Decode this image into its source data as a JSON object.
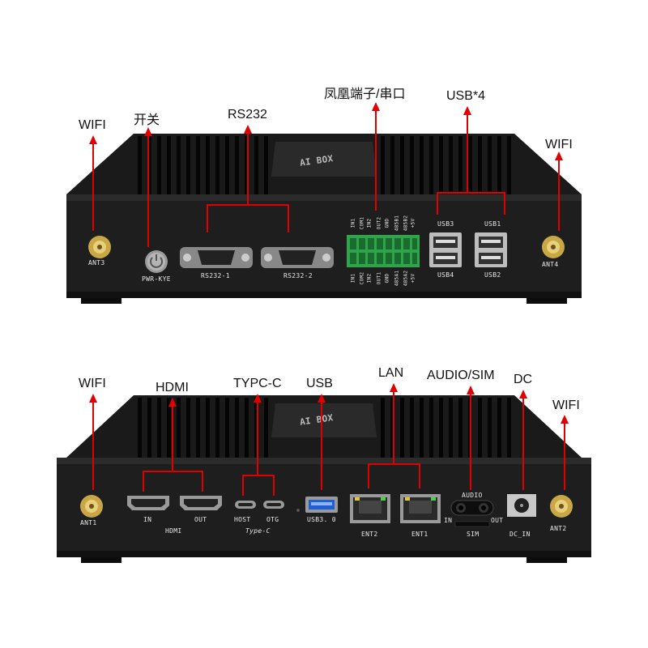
{
  "top_panel": {
    "callouts": {
      "wifi_left": "WIFI",
      "power": "开关",
      "rs232": "RS232",
      "phoenix": "凤凰端子/串口",
      "usb4": "USB*4",
      "wifi_right": "WIFI"
    },
    "case_logo": "AI BOX",
    "silkscreen": {
      "ant3": "ANT3",
      "pwr": "PWR-KYE",
      "rs232_1": "RS232-1",
      "rs232_2": "RS232-2",
      "usb3": "USB3",
      "usb1": "USB1",
      "usb4": "USB4",
      "usb2": "USB2",
      "ant4": "ANT4",
      "terminal_top": [
        "IN1",
        "COM1",
        "IN2",
        "OUT2",
        "GND",
        "485B1",
        "485B2",
        "+5V"
      ],
      "terminal_bottom": [
        "IN1",
        "COM2",
        "IN2",
        "OUT1",
        "GND",
        "485A1",
        "485A2",
        "+5V"
      ]
    }
  },
  "bottom_panel": {
    "callouts": {
      "wifi_left": "WIFI",
      "hdmi": "HDMI",
      "typec": "TYPC-C",
      "usb": "USB",
      "lan": "LAN",
      "audio_sim": "AUDIO/SIM",
      "dc": "DC",
      "wifi_right": "WIFI"
    },
    "case_logo": "AI BOX",
    "silkscreen": {
      "ant1": "ANT1",
      "hdmi_in": "IN",
      "hdmi_out": "OUT",
      "hdmi": "HDMI",
      "host": "HOST",
      "otg": "OTG",
      "typec": "Type-C",
      "usb30": "USB3. 0",
      "ent2": "ENT2",
      "ent1": "ENT1",
      "audio": "AUDIO",
      "audio_in": "IN",
      "audio_out": "OUT",
      "sim": "SIM",
      "dc_in": "DC_IN",
      "ant2": "ANT2"
    }
  }
}
